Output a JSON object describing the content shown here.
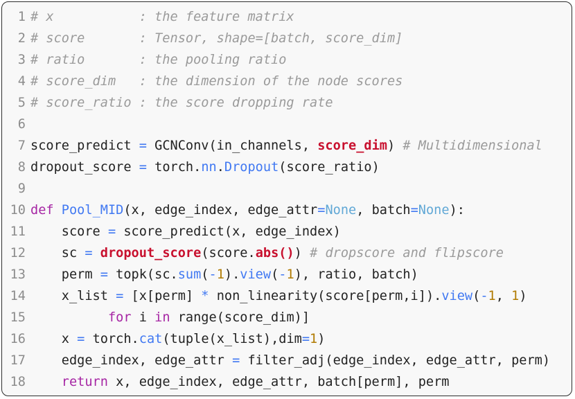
{
  "code": {
    "lines": [
      {
        "number": "1",
        "tokens": [
          {
            "text": "# x           : the feature matrix",
            "kind": "comment"
          }
        ]
      },
      {
        "number": "2",
        "tokens": [
          {
            "text": "# score       : Tensor, shape=[batch, score_dim]",
            "kind": "comment"
          }
        ]
      },
      {
        "number": "3",
        "tokens": [
          {
            "text": "# ratio       : the pooling ratio",
            "kind": "comment"
          }
        ]
      },
      {
        "number": "4",
        "tokens": [
          {
            "text": "# score_dim   : the dimension of the node scores",
            "kind": "comment"
          }
        ]
      },
      {
        "number": "5",
        "tokens": [
          {
            "text": "# score_ratio : the score dropping rate",
            "kind": "comment"
          }
        ]
      },
      {
        "number": "6",
        "tokens": []
      },
      {
        "number": "7",
        "tokens": [
          {
            "text": "score_predict ",
            "kind": "plain"
          },
          {
            "text": "=",
            "kind": "op"
          },
          {
            "text": " GCNConv(in_channels, ",
            "kind": "plain"
          },
          {
            "text": "score_dim",
            "kind": "highlight"
          },
          {
            "text": ") ",
            "kind": "plain"
          },
          {
            "text": "# Multidimensional",
            "kind": "comment"
          }
        ]
      },
      {
        "number": "8",
        "tokens": [
          {
            "text": "dropout_score ",
            "kind": "plain"
          },
          {
            "text": "=",
            "kind": "op"
          },
          {
            "text": " torch.",
            "kind": "plain"
          },
          {
            "text": "nn",
            "kind": "func"
          },
          {
            "text": ".",
            "kind": "plain"
          },
          {
            "text": "Dropout",
            "kind": "func"
          },
          {
            "text": "(score_ratio)",
            "kind": "plain"
          }
        ]
      },
      {
        "number": "9",
        "tokens": []
      },
      {
        "number": "10",
        "tokens": [
          {
            "text": "def",
            "kind": "keyword"
          },
          {
            "text": " ",
            "kind": "plain"
          },
          {
            "text": "Pool_MID",
            "kind": "func"
          },
          {
            "text": "(x, edge_index, edge_attr",
            "kind": "plain"
          },
          {
            "text": "=",
            "kind": "op"
          },
          {
            "text": "None",
            "kind": "const"
          },
          {
            "text": ", batch",
            "kind": "plain"
          },
          {
            "text": "=",
            "kind": "op"
          },
          {
            "text": "None",
            "kind": "const"
          },
          {
            "text": "):",
            "kind": "plain"
          }
        ]
      },
      {
        "number": "11",
        "tokens": [
          {
            "text": "    score ",
            "kind": "plain"
          },
          {
            "text": "=",
            "kind": "op"
          },
          {
            "text": " score_predict(x, edge_index)",
            "kind": "plain"
          }
        ]
      },
      {
        "number": "12",
        "tokens": [
          {
            "text": "    sc ",
            "kind": "plain"
          },
          {
            "text": "=",
            "kind": "op"
          },
          {
            "text": " ",
            "kind": "plain"
          },
          {
            "text": "dropout_score",
            "kind": "highlight"
          },
          {
            "text": "(score.",
            "kind": "plain"
          },
          {
            "text": "abs()",
            "kind": "highlight"
          },
          {
            "text": ") ",
            "kind": "plain"
          },
          {
            "text": "# dropscore and flipscore",
            "kind": "comment"
          }
        ]
      },
      {
        "number": "13",
        "tokens": [
          {
            "text": "    perm ",
            "kind": "plain"
          },
          {
            "text": "=",
            "kind": "op"
          },
          {
            "text": " topk(sc.",
            "kind": "plain"
          },
          {
            "text": "sum",
            "kind": "func"
          },
          {
            "text": "(",
            "kind": "plain"
          },
          {
            "text": "-",
            "kind": "op"
          },
          {
            "text": "1",
            "kind": "number"
          },
          {
            "text": ").",
            "kind": "plain"
          },
          {
            "text": "view",
            "kind": "func"
          },
          {
            "text": "(",
            "kind": "plain"
          },
          {
            "text": "-",
            "kind": "op"
          },
          {
            "text": "1",
            "kind": "number"
          },
          {
            "text": "), ratio, batch)",
            "kind": "plain"
          }
        ]
      },
      {
        "number": "14",
        "tokens": [
          {
            "text": "    x_list ",
            "kind": "plain"
          },
          {
            "text": "=",
            "kind": "op"
          },
          {
            "text": " [x[perm] ",
            "kind": "plain"
          },
          {
            "text": "*",
            "kind": "op"
          },
          {
            "text": " non_linearity(score[perm,i]).",
            "kind": "plain"
          },
          {
            "text": "view",
            "kind": "func"
          },
          {
            "text": "(",
            "kind": "plain"
          },
          {
            "text": "-",
            "kind": "op"
          },
          {
            "text": "1",
            "kind": "number"
          },
          {
            "text": ", ",
            "kind": "plain"
          },
          {
            "text": "1",
            "kind": "number"
          },
          {
            "text": ")",
            "kind": "plain"
          }
        ]
      },
      {
        "number": "15",
        "tokens": [
          {
            "text": "          ",
            "kind": "plain"
          },
          {
            "text": "for",
            "kind": "keyword"
          },
          {
            "text": " i ",
            "kind": "plain"
          },
          {
            "text": "in",
            "kind": "keyword"
          },
          {
            "text": " range(score_dim)]",
            "kind": "plain"
          }
        ]
      },
      {
        "number": "16",
        "tokens": [
          {
            "text": "    x ",
            "kind": "plain"
          },
          {
            "text": "=",
            "kind": "op"
          },
          {
            "text": " torch.",
            "kind": "plain"
          },
          {
            "text": "cat",
            "kind": "func"
          },
          {
            "text": "(tuple(x_list),dim",
            "kind": "plain"
          },
          {
            "text": "=",
            "kind": "op"
          },
          {
            "text": "1",
            "kind": "number"
          },
          {
            "text": ")",
            "kind": "plain"
          }
        ]
      },
      {
        "number": "17",
        "tokens": [
          {
            "text": "    edge_index, edge_attr ",
            "kind": "plain"
          },
          {
            "text": "=",
            "kind": "op"
          },
          {
            "text": " filter_adj(edge_index, edge_attr, perm)",
            "kind": "plain"
          }
        ]
      },
      {
        "number": "18",
        "tokens": [
          {
            "text": "    ",
            "kind": "plain"
          },
          {
            "text": "return",
            "kind": "keyword"
          },
          {
            "text": " x, edge_index, edge_attr, batch[perm], perm",
            "kind": "plain"
          }
        ]
      }
    ]
  },
  "colors": {
    "comment": "#9a9a9a",
    "keyword": "#a626a4",
    "function": "#4078f2",
    "number": "#b07a00",
    "constant": "#61a8d6",
    "highlight": "#c8102e"
  }
}
